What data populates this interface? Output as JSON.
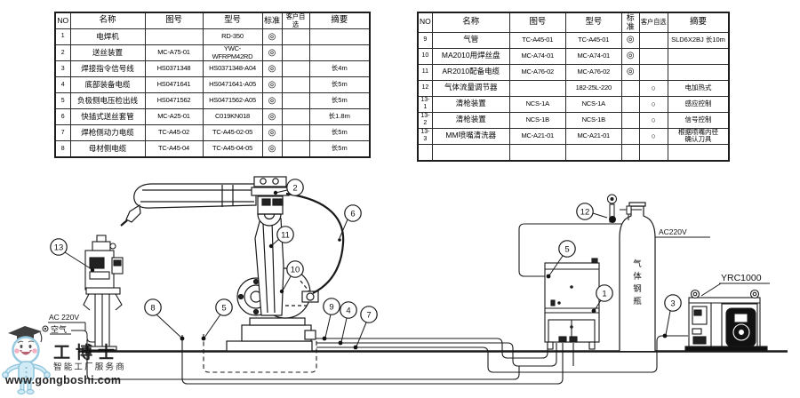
{
  "page": {
    "background": "#ffffff"
  },
  "tables": {
    "left": {
      "name": "parts-table-left",
      "headers": [
        "NO",
        "名称",
        "图号",
        "型号",
        "标准",
        "客户自选",
        "摘要"
      ],
      "rows": [
        [
          "1",
          "电焊机",
          "",
          "RD-350",
          "◎",
          "",
          ""
        ],
        [
          "2",
          "送丝装置",
          "MC-A75-01",
          "YWC-WFRPM42RD",
          "◎",
          "",
          ""
        ],
        [
          "3",
          "焊接指令信号线",
          "HS0371348",
          "HS0371348-A04",
          "◎",
          "",
          "长4m"
        ],
        [
          "4",
          "底部装备电缆",
          "HS0471641",
          "HS0471641-A05",
          "◎",
          "",
          "长5m"
        ],
        [
          "5",
          "负极侧电压检出线",
          "HS0471562",
          "HS0471562-A05",
          "◎",
          "",
          "长5m"
        ],
        [
          "6",
          "快插式送丝套管",
          "MC-A25-01",
          "C019KN018",
          "◎",
          "",
          "长1.8m"
        ],
        [
          "7",
          "焊枪侧动力电缆",
          "TC-A45-02",
          "TC-A45-02-05",
          "◎",
          "",
          "长5m"
        ],
        [
          "8",
          "母材侧电缆",
          "TC-A45-04",
          "TC-A45-04-05",
          "◎",
          "",
          "长5m"
        ]
      ]
    },
    "right": {
      "name": "parts-table-right",
      "headers": [
        "NO",
        "名称",
        "图号",
        "型号",
        "标准",
        "客户自选",
        "摘要"
      ],
      "rows": [
        [
          "9",
          "气管",
          "TC-A45-01",
          "TC-A45-01",
          "◎",
          "",
          "SLD6X2BJ 长10m"
        ],
        [
          "10",
          "MA2010用焊丝盘",
          "MC-A74-01",
          "MC-A74-01",
          "◎",
          "",
          ""
        ],
        [
          "11",
          "AR2010配备电缆",
          "MC-A76-02",
          "MC-A76-02",
          "◎",
          "",
          ""
        ],
        [
          "12",
          "气体流量调节器",
          "",
          "182-25L-220",
          "",
          "○",
          "电加热式"
        ],
        [
          "13-1",
          "清枪装置",
          "NCS-1A",
          "NCS-1A",
          "",
          "○",
          "感应控制"
        ],
        [
          "13-2",
          "清枪装置",
          "NCS-1B",
          "NCS-1B",
          "",
          "○",
          "信号控制"
        ],
        [
          "13-3",
          "MM喷嘴清洗器",
          "MC-A21-01",
          "MC-A21-01",
          "",
          "○",
          "根据喷嘴内径\n确认刀具"
        ],
        [
          "",
          "",
          "",
          "",
          "",
          "",
          ""
        ]
      ]
    }
  },
  "diagram": {
    "callouts": {
      "c1": "1",
      "c2": "2",
      "c3": "3",
      "c4": "4",
      "c5": "5",
      "c5b": "5",
      "c6": "6",
      "c7": "7",
      "c8": "8",
      "c9": "9",
      "c10": "10",
      "c11": "11",
      "c12": "12",
      "c13": "13"
    },
    "labels": {
      "ac_left": "AC 220V",
      "air": "空气",
      "ac_right": "AC220V",
      "cyl1": "气",
      "cyl2": "体",
      "cyl3": "钢",
      "cyl4": "瓶",
      "controller": "YRC1000"
    }
  },
  "watermark": {
    "brand": "工博士",
    "tagline": "智能工厂服务商",
    "url": "www.gongboshi.com",
    "mascot": "robot-graduate-mascot",
    "text_color": "#9b9b9b",
    "mascot_blue": "#cdeaf6"
  }
}
